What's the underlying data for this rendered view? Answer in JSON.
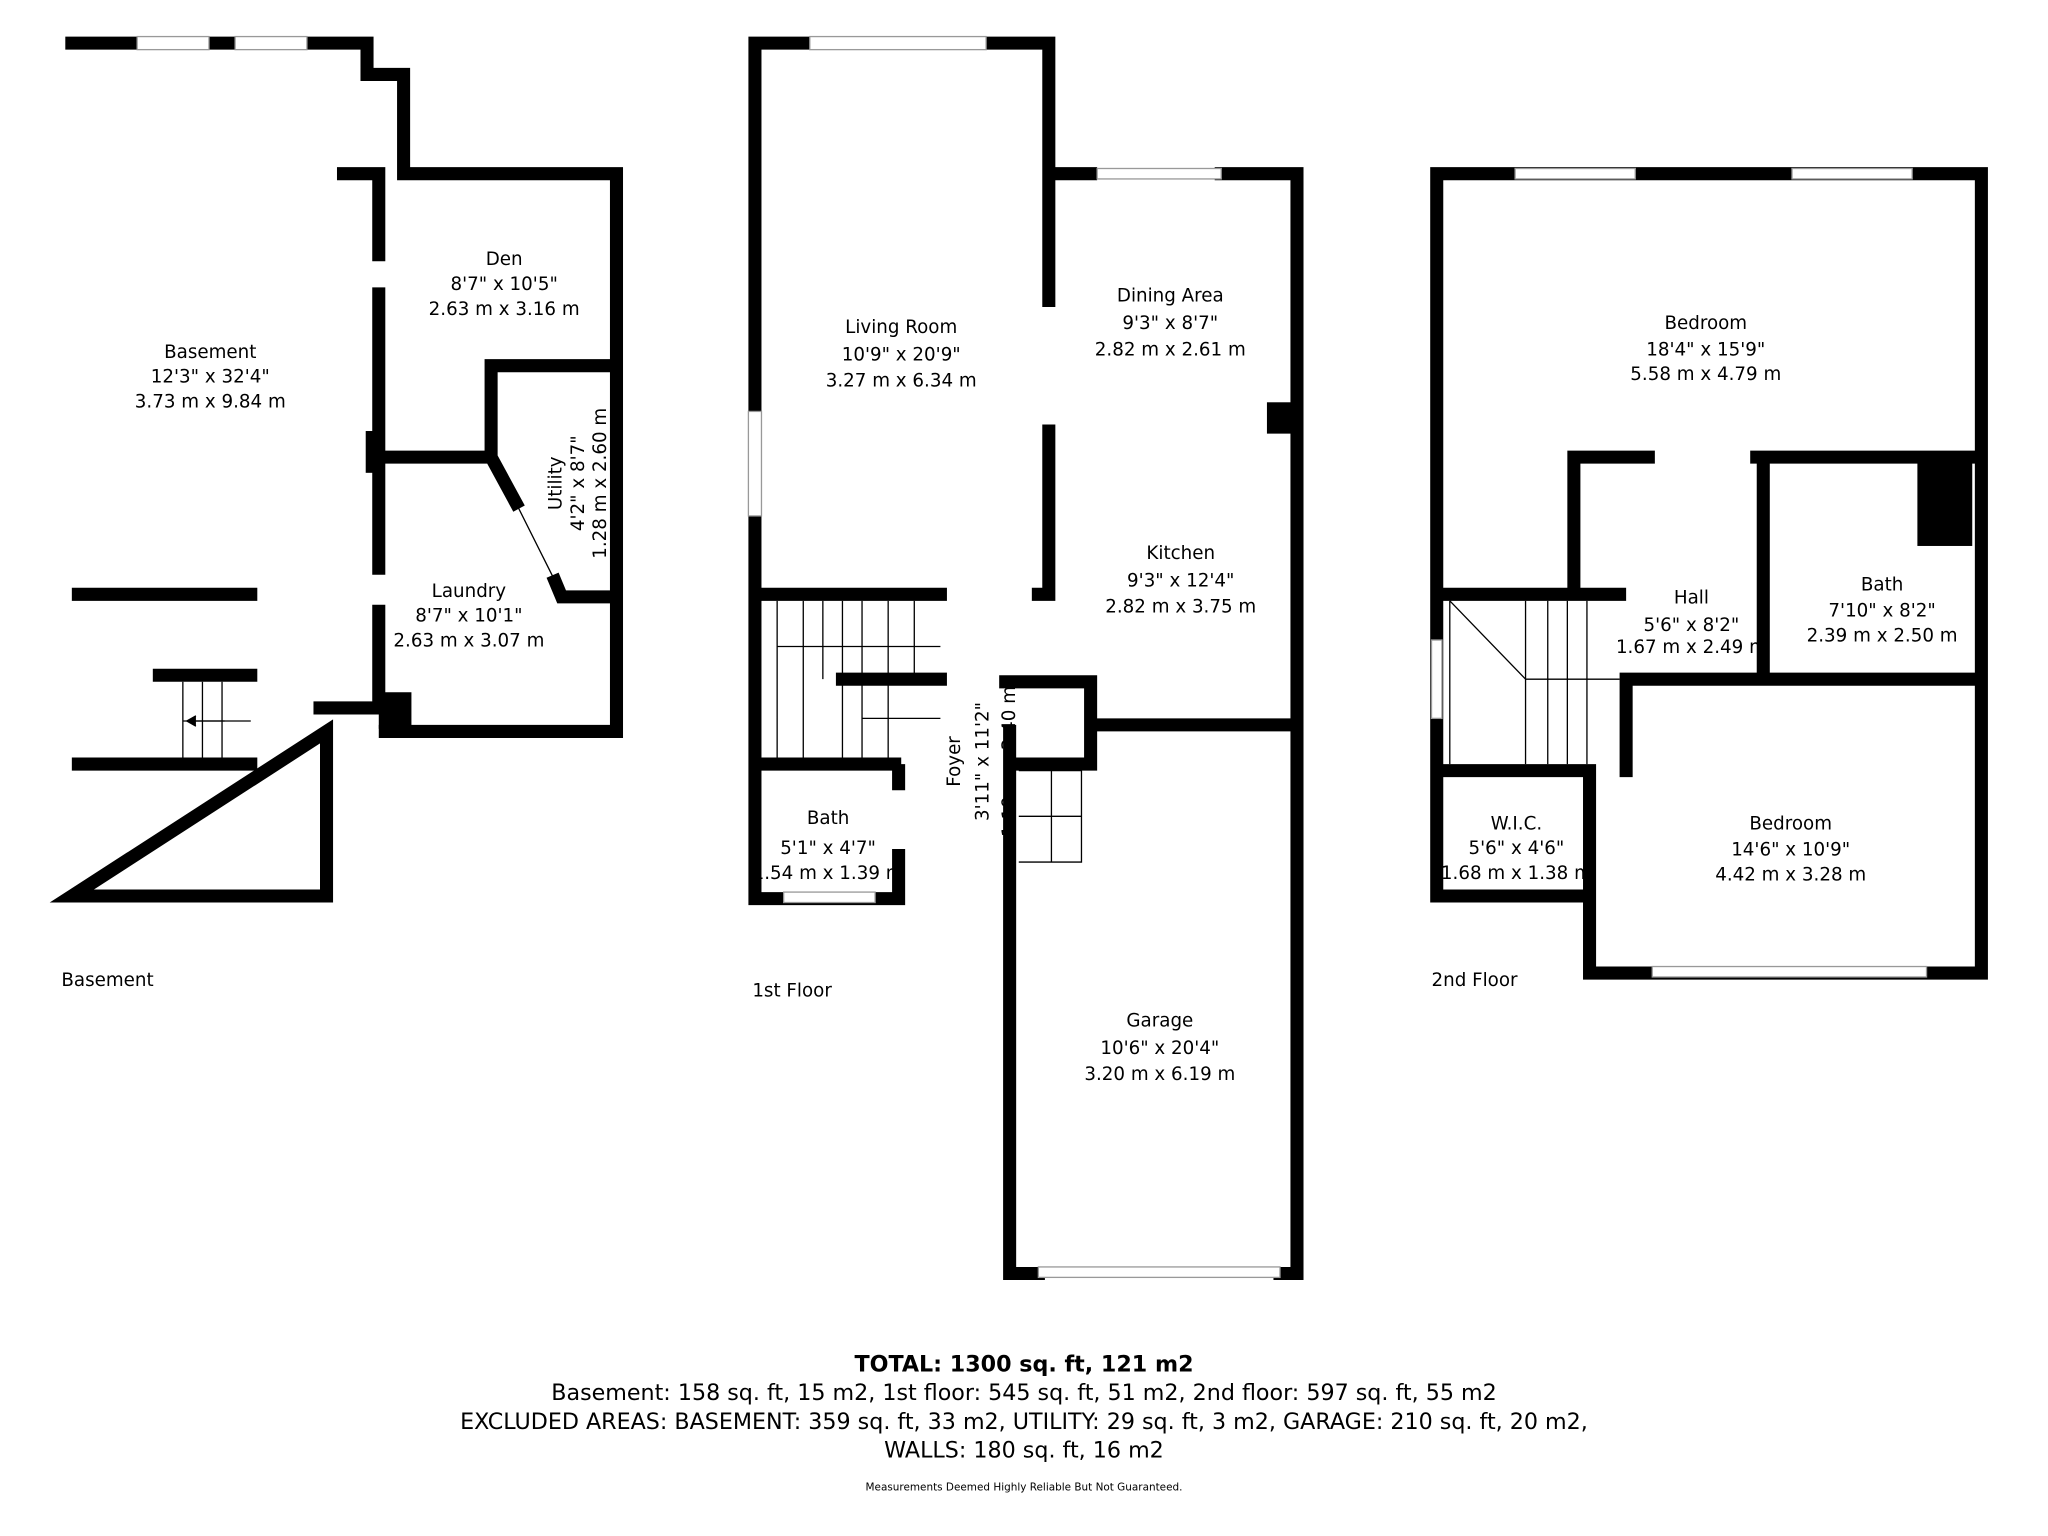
{
  "floors": {
    "basement": {
      "label": "Basement",
      "rooms": [
        {
          "name": "Basement",
          "imperial": "12'3\" x 32'4\"",
          "metric": "3.73 m x 9.84 m"
        },
        {
          "name": "Den",
          "imperial": "8'7\" x 10'5\"",
          "metric": "2.63 m x 3.16 m"
        },
        {
          "name": "Utility",
          "imperial": "4'2\" x 8'7\"",
          "metric": "1.28 m x 2.60 m"
        },
        {
          "name": "Laundry",
          "imperial": "8'7\" x 10'1\"",
          "metric": "2.63 m x 3.07 m"
        }
      ]
    },
    "first": {
      "label": "1st Floor",
      "rooms": [
        {
          "name": "Living Room",
          "imperial": "10'9\" x 20'9\"",
          "metric": "3.27 m x 6.34 m"
        },
        {
          "name": "Dining Area",
          "imperial": "9'3\" x 8'7\"",
          "metric": "2.82 m x 2.61 m"
        },
        {
          "name": "Kitchen",
          "imperial": "9'3\" x 12'4\"",
          "metric": "2.82 m x 3.75 m"
        },
        {
          "name": "Bath",
          "imperial": "5'1\" x 4'7\"",
          "metric": "1.54 m x 1.39 m"
        },
        {
          "name": "Foyer",
          "imperial": "3'11\" x 11'2\"",
          "metric": "1.19 m x 3.40 m"
        },
        {
          "name": "Garage",
          "imperial": "10'6\" x 20'4\"",
          "metric": "3.20 m x 6.19 m"
        }
      ]
    },
    "second": {
      "label": "2nd Floor",
      "rooms": [
        {
          "name": "Bedroom",
          "imperial": "18'4\" x 15'9\"",
          "metric": "5.58 m x 4.79 m"
        },
        {
          "name": "Hall",
          "imperial": "5'6\" x 8'2\"",
          "metric": "1.67 m x 2.49 m"
        },
        {
          "name": "Bath",
          "imperial": "7'10\" x 8'2\"",
          "metric": "2.39 m x 2.50 m"
        },
        {
          "name": "W.I.C.",
          "imperial": "5'6\" x 4'6\"",
          "metric": "1.68 m x 1.38 m"
        },
        {
          "name": "Bedroom",
          "imperial": "14'6\" x 10'9\"",
          "metric": "4.42 m x 3.28 m"
        }
      ]
    }
  },
  "summary": {
    "total": "TOTAL: 1300 sq. ft, 121 m2",
    "floors_line": "Basement: 158 sq. ft, 15 m2, 1st floor: 545 sq. ft, 51 m2, 2nd floor: 597 sq. ft, 55 m2",
    "excluded_line": "EXCLUDED AREAS: BASEMENT: 359 sq. ft, 33 m2, UTILITY: 29 sq. ft, 3 m2, GARAGE: 210 sq. ft, 20 m2,",
    "walls_line": "WALLS: 180 sq. ft, 16 m2",
    "disclaimer": "Measurements Deemed Highly Reliable But Not Guaranteed."
  }
}
